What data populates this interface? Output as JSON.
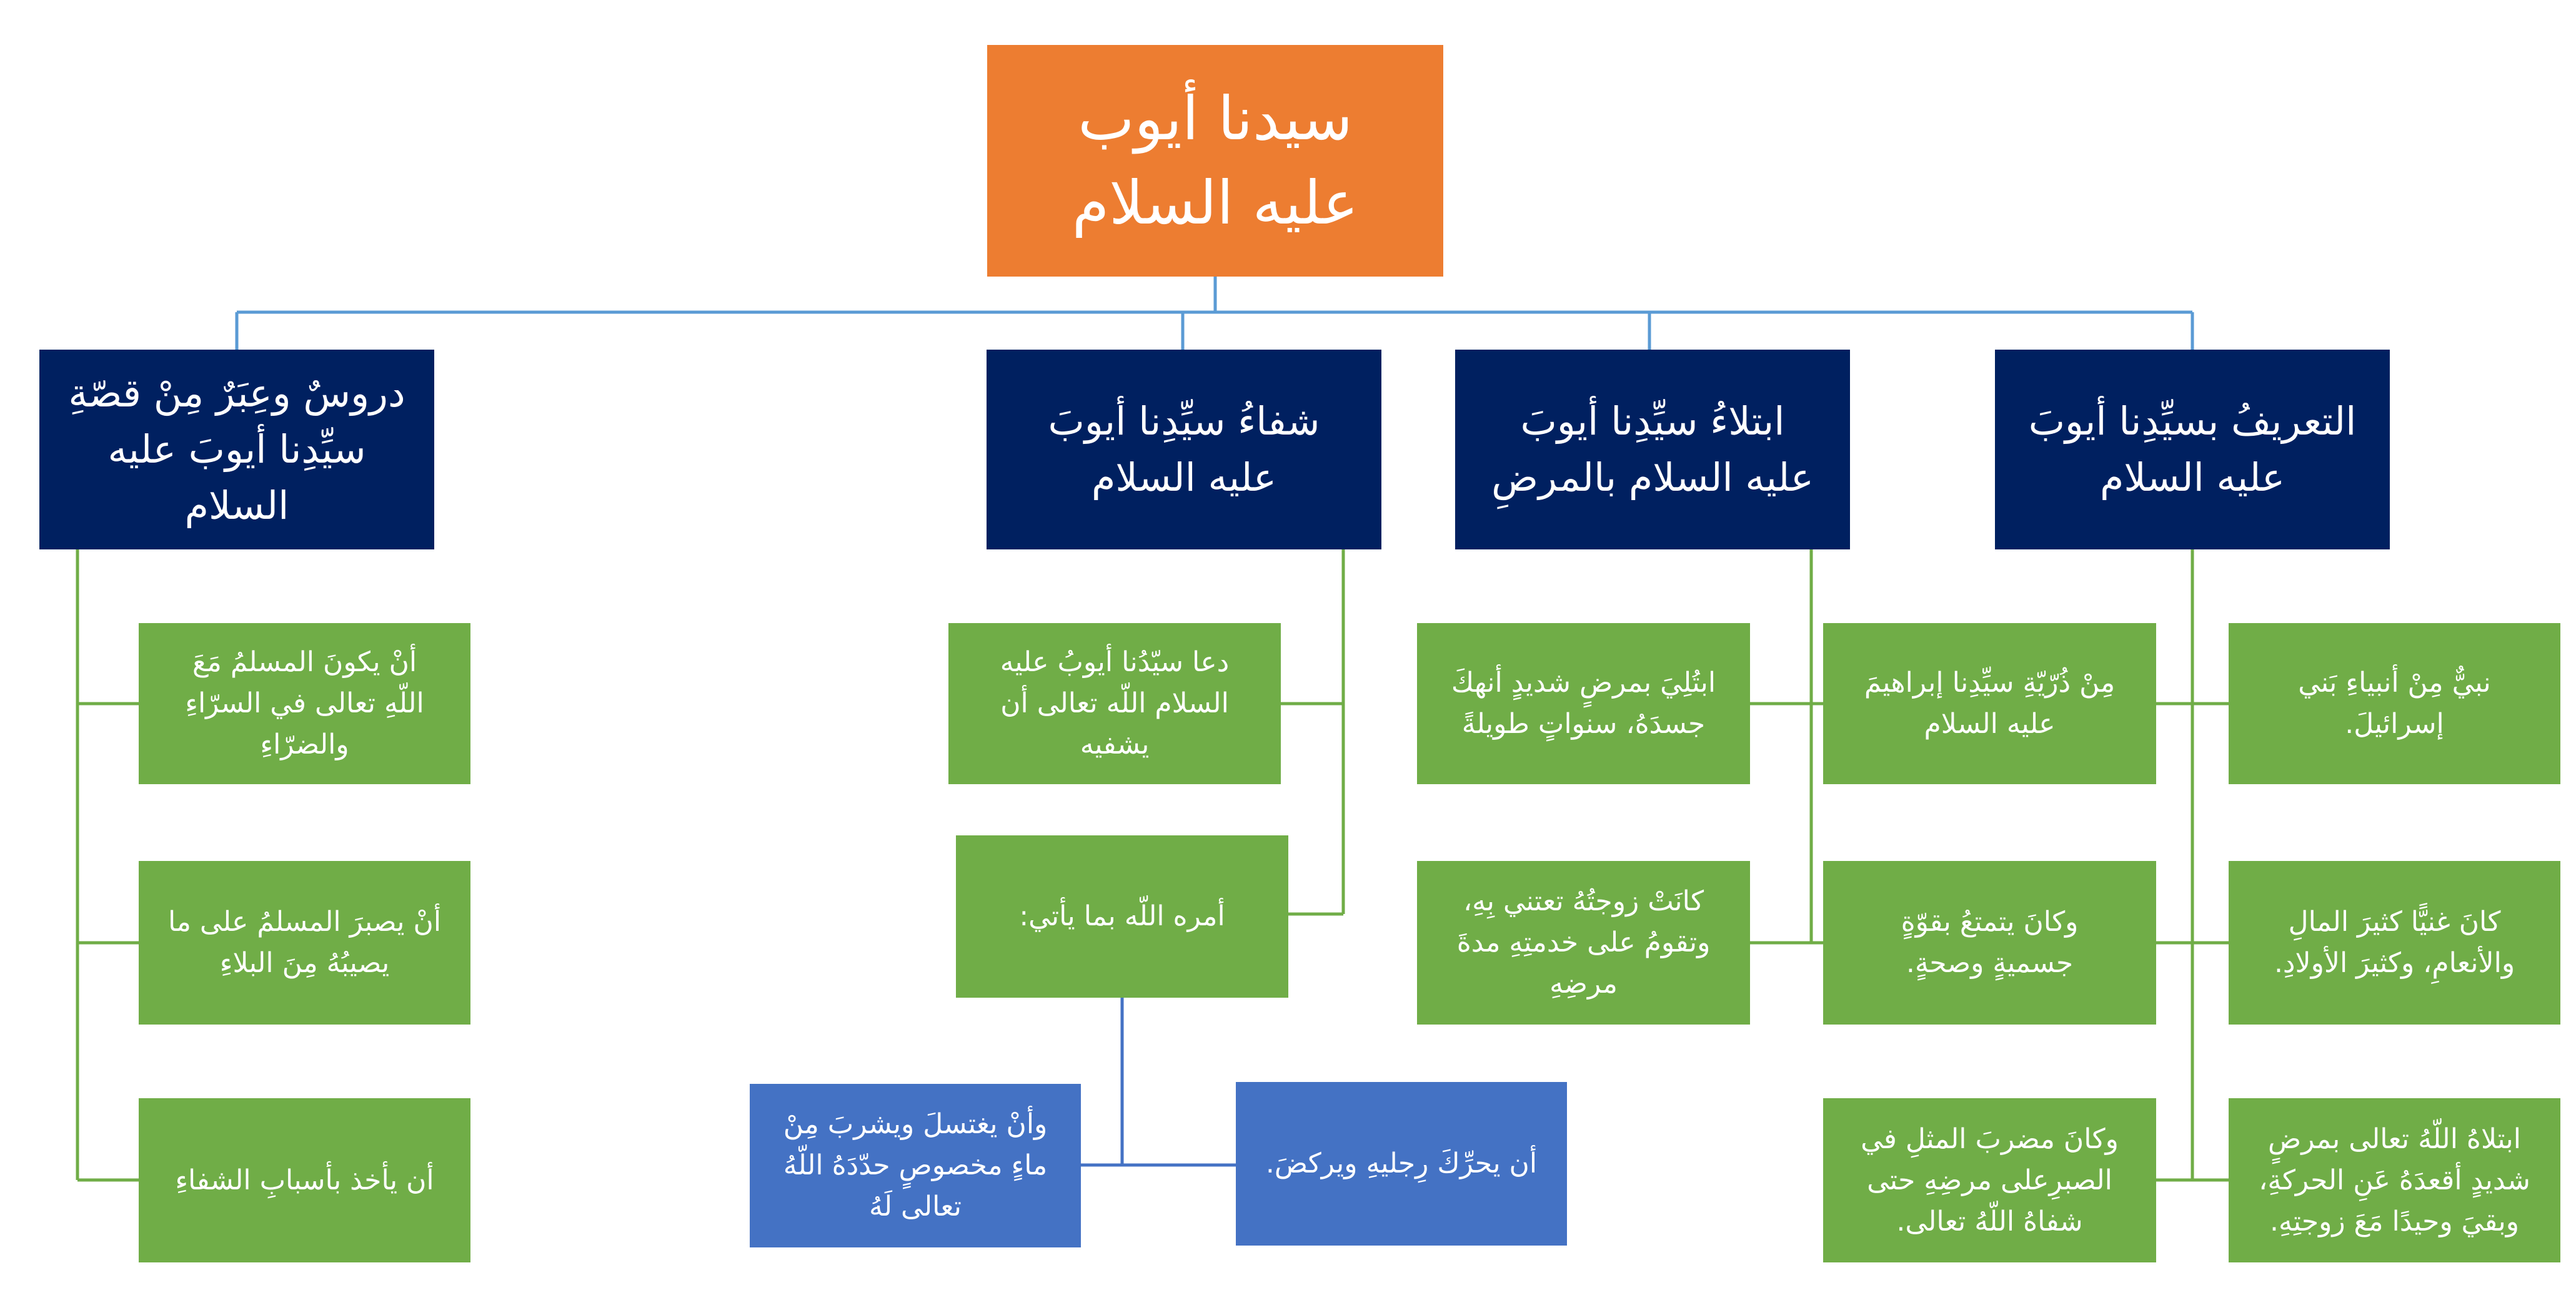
{
  "root": {
    "title": "سيدنا أيوب\nعليه السلام"
  },
  "headers": {
    "intro": "التعريفُ بسيِّدِنا أيوبَ\nعليه السلام",
    "trial": "ابتلاءُ سيِّدِنا أيوبَ\nعليه السلام بالمرضِ",
    "healing": "شفاءُ سيِّدِنا أيوبَ\nعليه السلام",
    "lessons": "دروسٌ وعِبَرٌ مِنْ قصّةِ\nسيِّدِنا أيوبَ عليه\nالسلام"
  },
  "intro_items": [
    "نبيٌّ مِنْ أنبياءِ بَني\nإسرائيلَ.",
    "كانَ غنيًّا كثيرَ المالِ\nوالأنعامِ، وكثيرَ الأولادِ.",
    "ابتلاهُ اللّهُ تعالى بمرضٍ\nشديدٍ أقعدَهُ عَنِ الحركةِ،\nوبقيَ وحيدًا مَعَ زوجتِهِ."
  ],
  "trial_right_items": [
    "مِنْ ذُرّيّةِ سيِّدِنا إبراهيمَ\nعليه السلام",
    "وكانَ يتمتعُ بقوّةٍ\nجسميةٍ وصحةٍ.",
    "وكانَ مضربَ المثلِ في\nالصبرِعلى مرضِهِ حتى\nشفاهُ اللّهُ تعالى."
  ],
  "trial_left_items": [
    "ابتُلِيَ بمرضٍ شديدٍ أنهكَ\nجسدَهُ، سنواتٍ طويلةً",
    "كانَتْ زوجتُهُ تعتني بِهِ،\nوتقومُ على خدمتِهِ مدةَ\nمرضِهِ"
  ],
  "healing_items": [
    "دعا سيّدُنا أيوبُ عليه\nالسلام اللّه تعالى أن\nيشفيه",
    "أمره اللّه بما يأتي:"
  ],
  "healing_sub_items": [
    "أن يحرِّكَ رِجليهِ ويركضَ.",
    "وأنْ يغتسلَ ويشربَ مِنْ\nماءٍ مخصوصٍ حدّدَهُ اللّهُ\nتعالى لَهُ"
  ],
  "lessons_items": [
    "أنْ يكونَ المسلمُ مَعَ\nاللّهِ تعالى في السرّاءِ\nوالضرّاءِ",
    "أنْ يصبرَ المسلمُ على ما\nيصيبُهُ مِنَ البلاءِ",
    "أن يأخذ بأسبابِ الشفاءِ"
  ]
}
